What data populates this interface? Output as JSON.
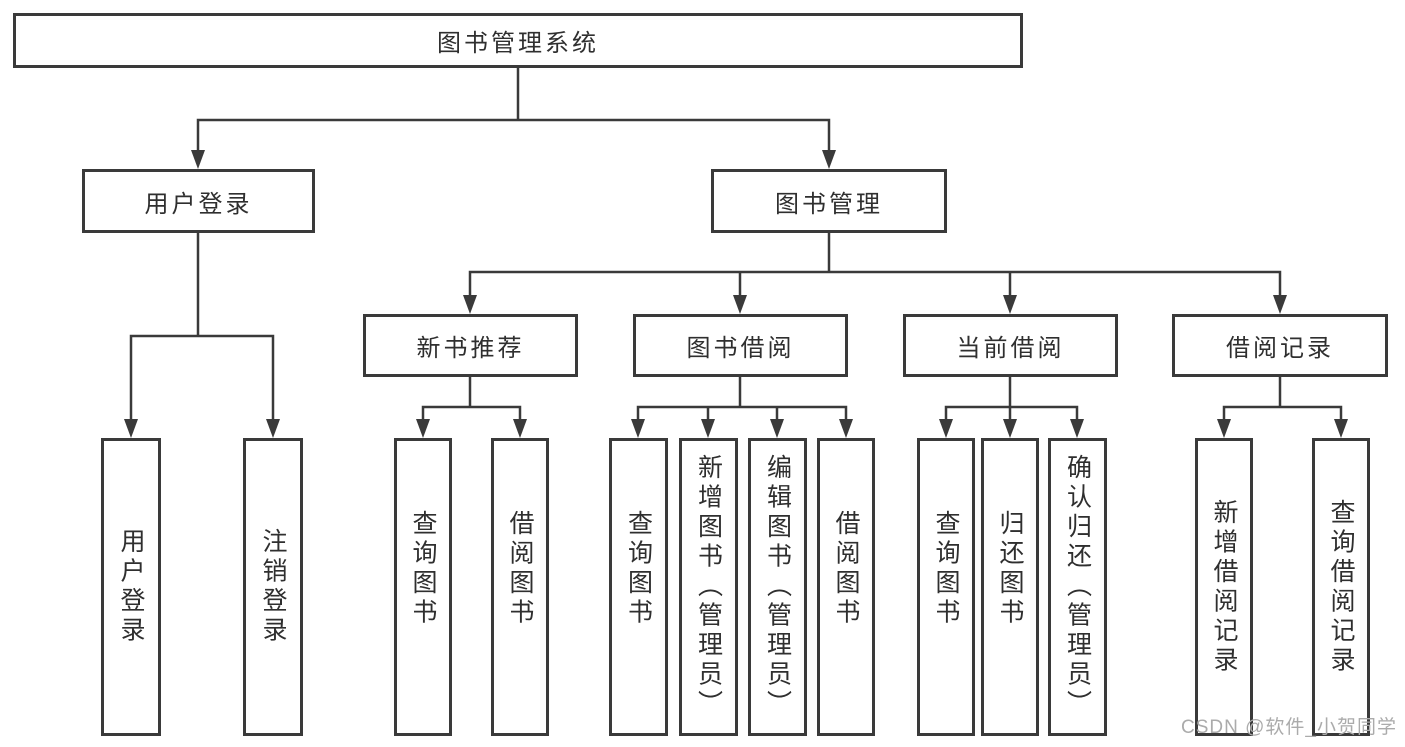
{
  "diagram": {
    "root": {
      "label": "图书管理系统"
    },
    "branches": [
      {
        "label": "用户登录",
        "children": [
          {
            "label": "用户登录"
          },
          {
            "label": "注销登录"
          }
        ]
      },
      {
        "label": "图书管理",
        "children": [
          {
            "label": "新书推荐",
            "children": [
              {
                "label": "查询图书"
              },
              {
                "label": "借阅图书"
              }
            ]
          },
          {
            "label": "图书借阅",
            "children": [
              {
                "label": "查询图书"
              },
              {
                "label": "新增图书（管理员）"
              },
              {
                "label": "编辑图书（管理员）"
              },
              {
                "label": "借阅图书"
              }
            ]
          },
          {
            "label": "当前借阅",
            "children": [
              {
                "label": "查询图书"
              },
              {
                "label": "归还图书"
              },
              {
                "label": "确认归还（管理员）"
              }
            ]
          },
          {
            "label": "借阅记录",
            "children": [
              {
                "label": "新增借阅记录"
              },
              {
                "label": "查询借阅记录"
              }
            ]
          }
        ]
      }
    ]
  },
  "watermark": {
    "text": "CSDN @软件_小贺同学"
  },
  "colors": {
    "line": "#3a3a3a",
    "text": "#2f2f2f",
    "box_background": "#ffffff",
    "page_background": "#ffffff",
    "watermark": "#ababab"
  }
}
